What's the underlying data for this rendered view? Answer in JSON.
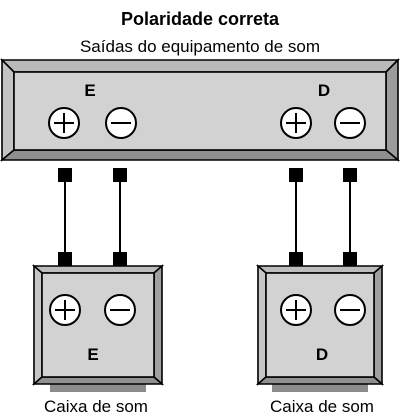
{
  "title": "Polaridade correta",
  "subtitle": "Saídas do equipamento de som",
  "amplifier": {
    "left_channel_label": "E",
    "right_channel_label": "D"
  },
  "speakers": [
    {
      "channel_label": "E",
      "caption": "Caixa de som"
    },
    {
      "channel_label": "D",
      "caption": "Caixa de som"
    }
  ],
  "terminals": {
    "positive_icon": "plus-circle-icon",
    "negative_icon": "minus-circle-icon"
  },
  "colors": {
    "panel_fill": "#d2d2d2",
    "line": "#000000",
    "foot": "#8c8c8c"
  }
}
